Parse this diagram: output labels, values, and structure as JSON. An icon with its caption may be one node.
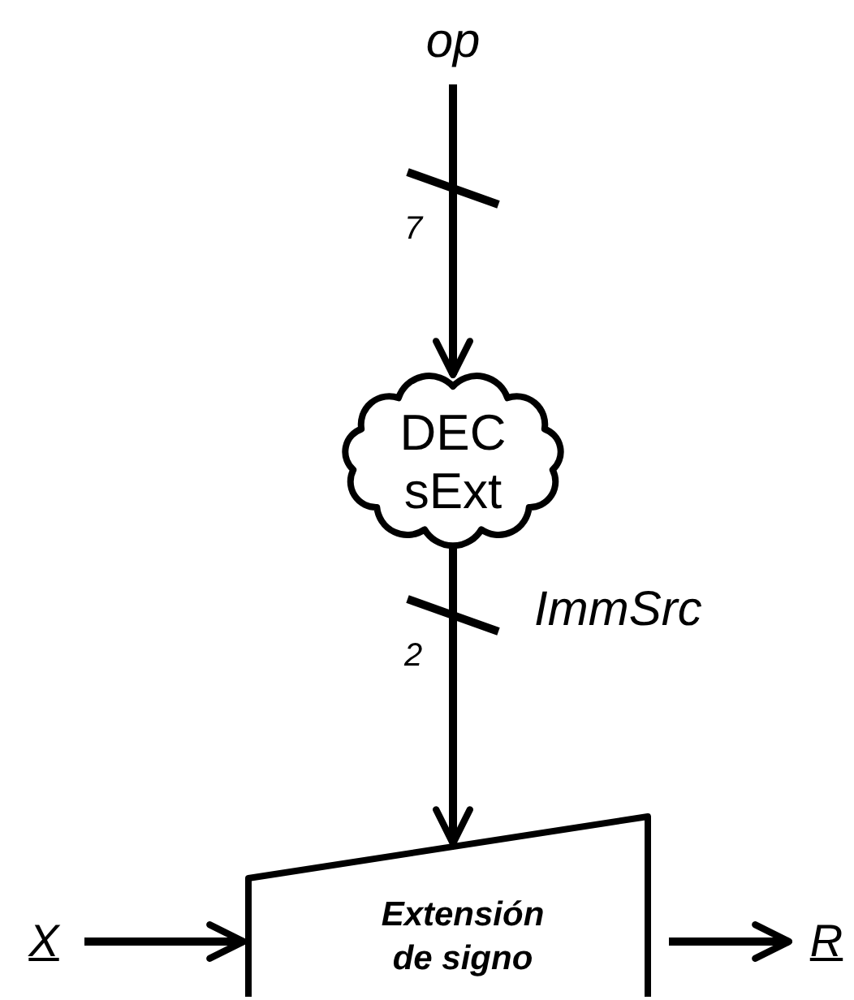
{
  "diagram": {
    "nodes": [
      {
        "text": [
          "op"
        ]
      },
      {
        "text": [
          "DEC sExt"
        ]
      },
      {
        "text": [
          "Extensión de signo"
        ]
      },
      {
        "text": [
          "X"
        ]
      },
      {
        "text": [
          "R"
        ]
      }
    ],
    "edges": [
      {
        "from": 0,
        "to": 1,
        "arrow": "to"
      },
      {
        "from": 1,
        "to": 2,
        "arrow": "to",
        "label": "ImmSrc"
      },
      {
        "from": 3,
        "to": 2,
        "arrow": "to"
      },
      {
        "from": 2,
        "to": 4,
        "arrow": "to"
      }
    ],
    "labels": [
      "7",
      "2"
    ]
  }
}
